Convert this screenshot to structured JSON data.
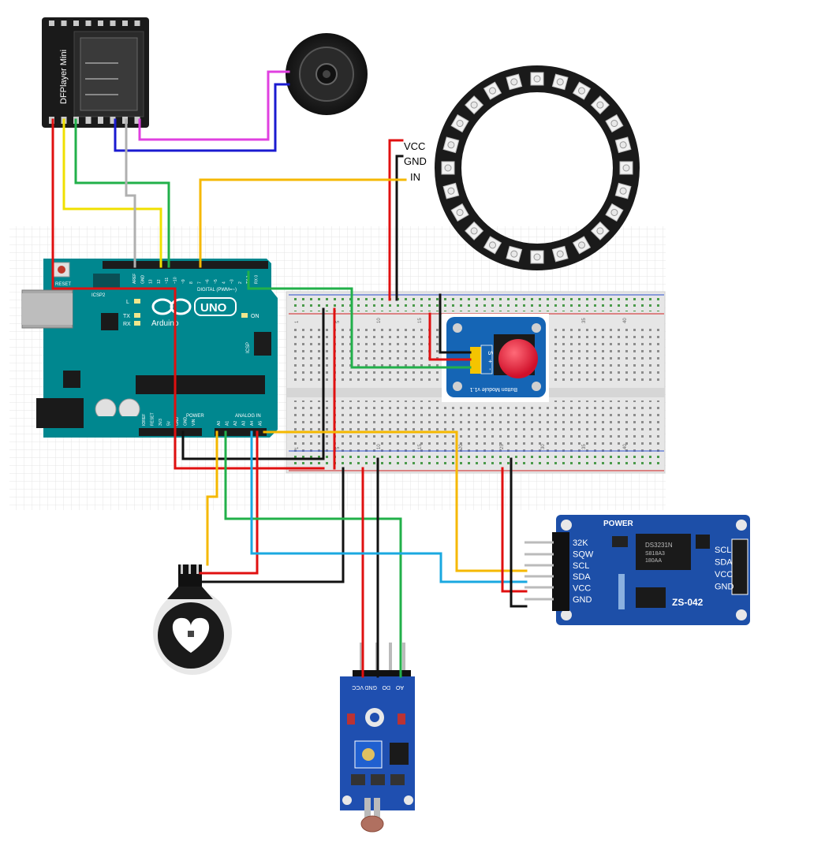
{
  "dfplayer": {
    "label": "DFPlayer Mini"
  },
  "neopixel_ring": {
    "pixel_count": 24
  },
  "ring_pins": {
    "vcc": "VCC",
    "gnd": "GND",
    "in": "IN"
  },
  "arduino": {
    "brand": "Arduino",
    "model": "UNO",
    "reset": "RESET",
    "icsp2": "ICSP2",
    "icsp": "ICSP",
    "digital": "DIGITAL (PWM=~)",
    "power": "POWER",
    "analog": "ANALOG IN",
    "led_l": "L",
    "led_tx": "TX",
    "led_rx": "RX",
    "on": "ON",
    "digital_pins": [
      "AREF",
      "GND",
      "13",
      "12",
      "~11",
      "~10",
      "~9",
      "8",
      "7",
      "~6",
      "~5",
      "4",
      "~3",
      "2",
      "TX 1",
      "RX 0"
    ],
    "power_pins": [
      "IOREF",
      "RESET",
      "3V3",
      "5V",
      "GND",
      "GND",
      "VIN"
    ],
    "analog_pins": [
      "A0",
      "A1",
      "A2",
      "A3",
      "A4",
      "A5"
    ]
  },
  "breadboard": {
    "column_numbers": [
      "1",
      "5",
      "10",
      "15",
      "20",
      "25",
      "30",
      "35",
      "40"
    ]
  },
  "button_module": {
    "label": "Button Module v1.1",
    "pins": [
      "S",
      "+",
      "-"
    ]
  },
  "rtc_module": {
    "power": "POWER",
    "chip": "DS3231N",
    "chip_code1": "S818A3",
    "chip_code2": "180AA",
    "model": "ZS-042",
    "left_pins": [
      "32K",
      "SQW",
      "SCL",
      "SDA",
      "VCC",
      "GND"
    ],
    "right_pins": [
      "SCL",
      "SDA",
      "VCC",
      "GND"
    ]
  },
  "ldr_module": {
    "pins": [
      "VCC",
      "GND",
      "DO",
      "AO"
    ]
  },
  "colors": {
    "arduino": "#00878f",
    "red_wire": "#e01010",
    "black_wire": "#111111",
    "yellow_wire": "#f0e000",
    "orange_wire": "#f5b800",
    "green_wire": "#22b04a",
    "gray_wire": "#b0b0b0",
    "blue_wire": "#1a1ad0",
    "magenta_wire": "#e040e0",
    "cyan_wire": "#1aa8e0",
    "rtc_board": "#1d4fa8",
    "ldr_board": "#1f4fb0"
  }
}
